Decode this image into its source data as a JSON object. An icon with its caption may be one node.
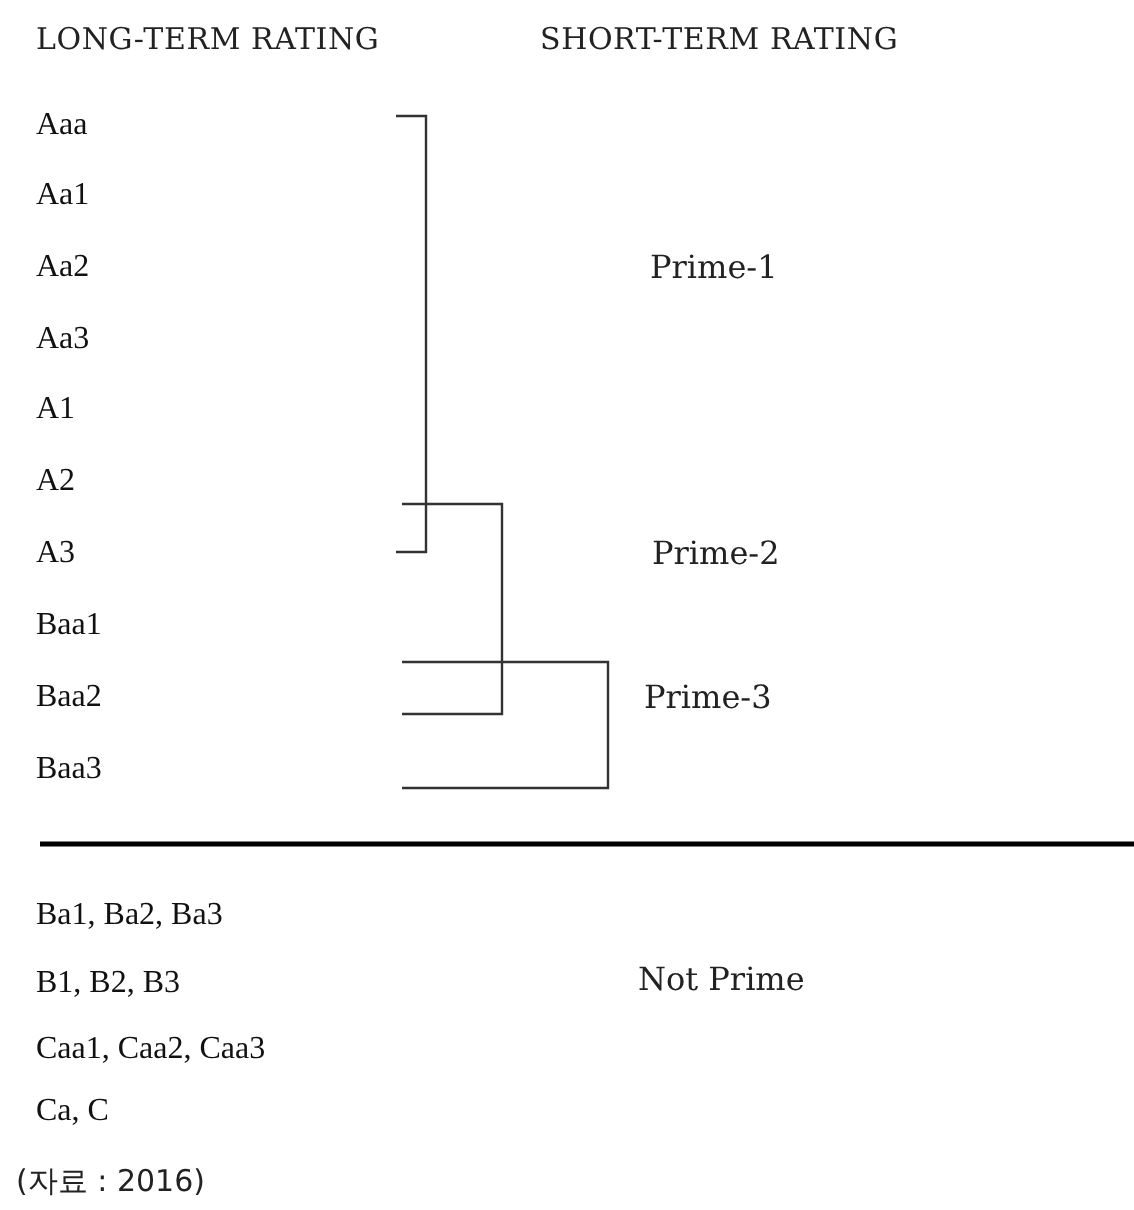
{
  "diagram": {
    "caption": "(자료 : 2016)",
    "labels": [
      "LONG-TERM RATING",
      "SHORT-TERM RATING",
      "Aaa",
      "Aa1",
      "Aa2",
      "Prime-1",
      "Aa3",
      "A1",
      "A2",
      "A3",
      "Prime-2",
      "Baa1",
      "Baa2",
      "Prime-3",
      "Baa3",
      "Ba1, Ba2, Ba3",
      "B1, B2, B3",
      "Not Prime",
      "Caa1, Caa2, Caa3",
      "Ca, C"
    ]
  }
}
